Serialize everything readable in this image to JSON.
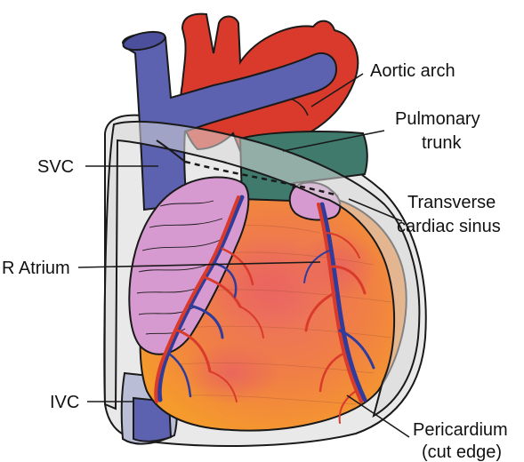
{
  "labels": {
    "aortic_arch": "Aortic arch",
    "pulmonary_trunk_line1": "Pulmonary",
    "pulmonary_trunk_line2": "trunk",
    "svc": "SVC",
    "transverse_sinus_line1": "Transverse",
    "transverse_sinus_line2": "cardiac sinus",
    "r_atrium": "R Atrium",
    "ivc": "IVC",
    "pericardium_line1": "Pericardium",
    "pericardium_line2": "(cut edge)"
  },
  "colors": {
    "vein": "#5c61b0",
    "artery": "#d93a2b",
    "pulmonary": "#3f7a6c",
    "atrium": "#d79ad0",
    "ventricle": "#f08a28",
    "ventricle_core": "#e86a5a",
    "pericardium": "#bcbcbc",
    "outline": "#1a1a1a"
  }
}
